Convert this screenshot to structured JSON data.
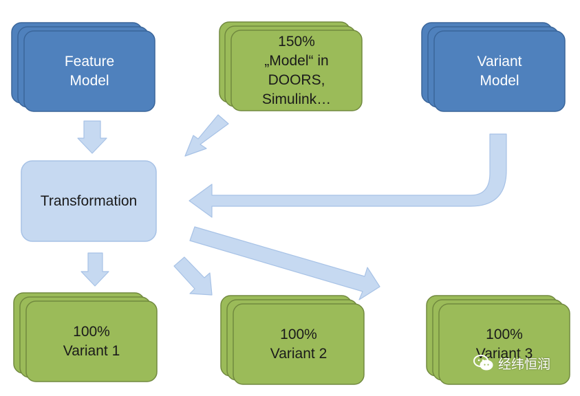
{
  "colors": {
    "blue_fill": "#4f81bd",
    "blue_stroke": "#3a659a",
    "green_fill": "#9bbb59",
    "green_stroke": "#71893f",
    "light_fill": "#c6d9f1",
    "light_stroke": "#a7c2e6",
    "arrow_fill": "#c6d9f1",
    "arrow_stroke": "#a7c2e6"
  },
  "nodes": {
    "feature_model": {
      "lines": [
        "Feature",
        "Model"
      ]
    },
    "model_150": {
      "lines": [
        "150%",
        "„Model“ in",
        "DOORS,",
        "Simulink…"
      ]
    },
    "variant_model": {
      "lines": [
        "Variant",
        "Model"
      ]
    },
    "transformation": {
      "lines": [
        "Transformation"
      ]
    },
    "variant_1": {
      "lines": [
        "100%",
        "Variant 1"
      ]
    },
    "variant_2": {
      "lines": [
        "100%",
        "Variant 2"
      ]
    },
    "variant_3": {
      "lines": [
        "100%",
        "Variant 3"
      ]
    }
  },
  "watermark": {
    "text": "经纬恒润",
    "icon": "wechat-icon"
  }
}
